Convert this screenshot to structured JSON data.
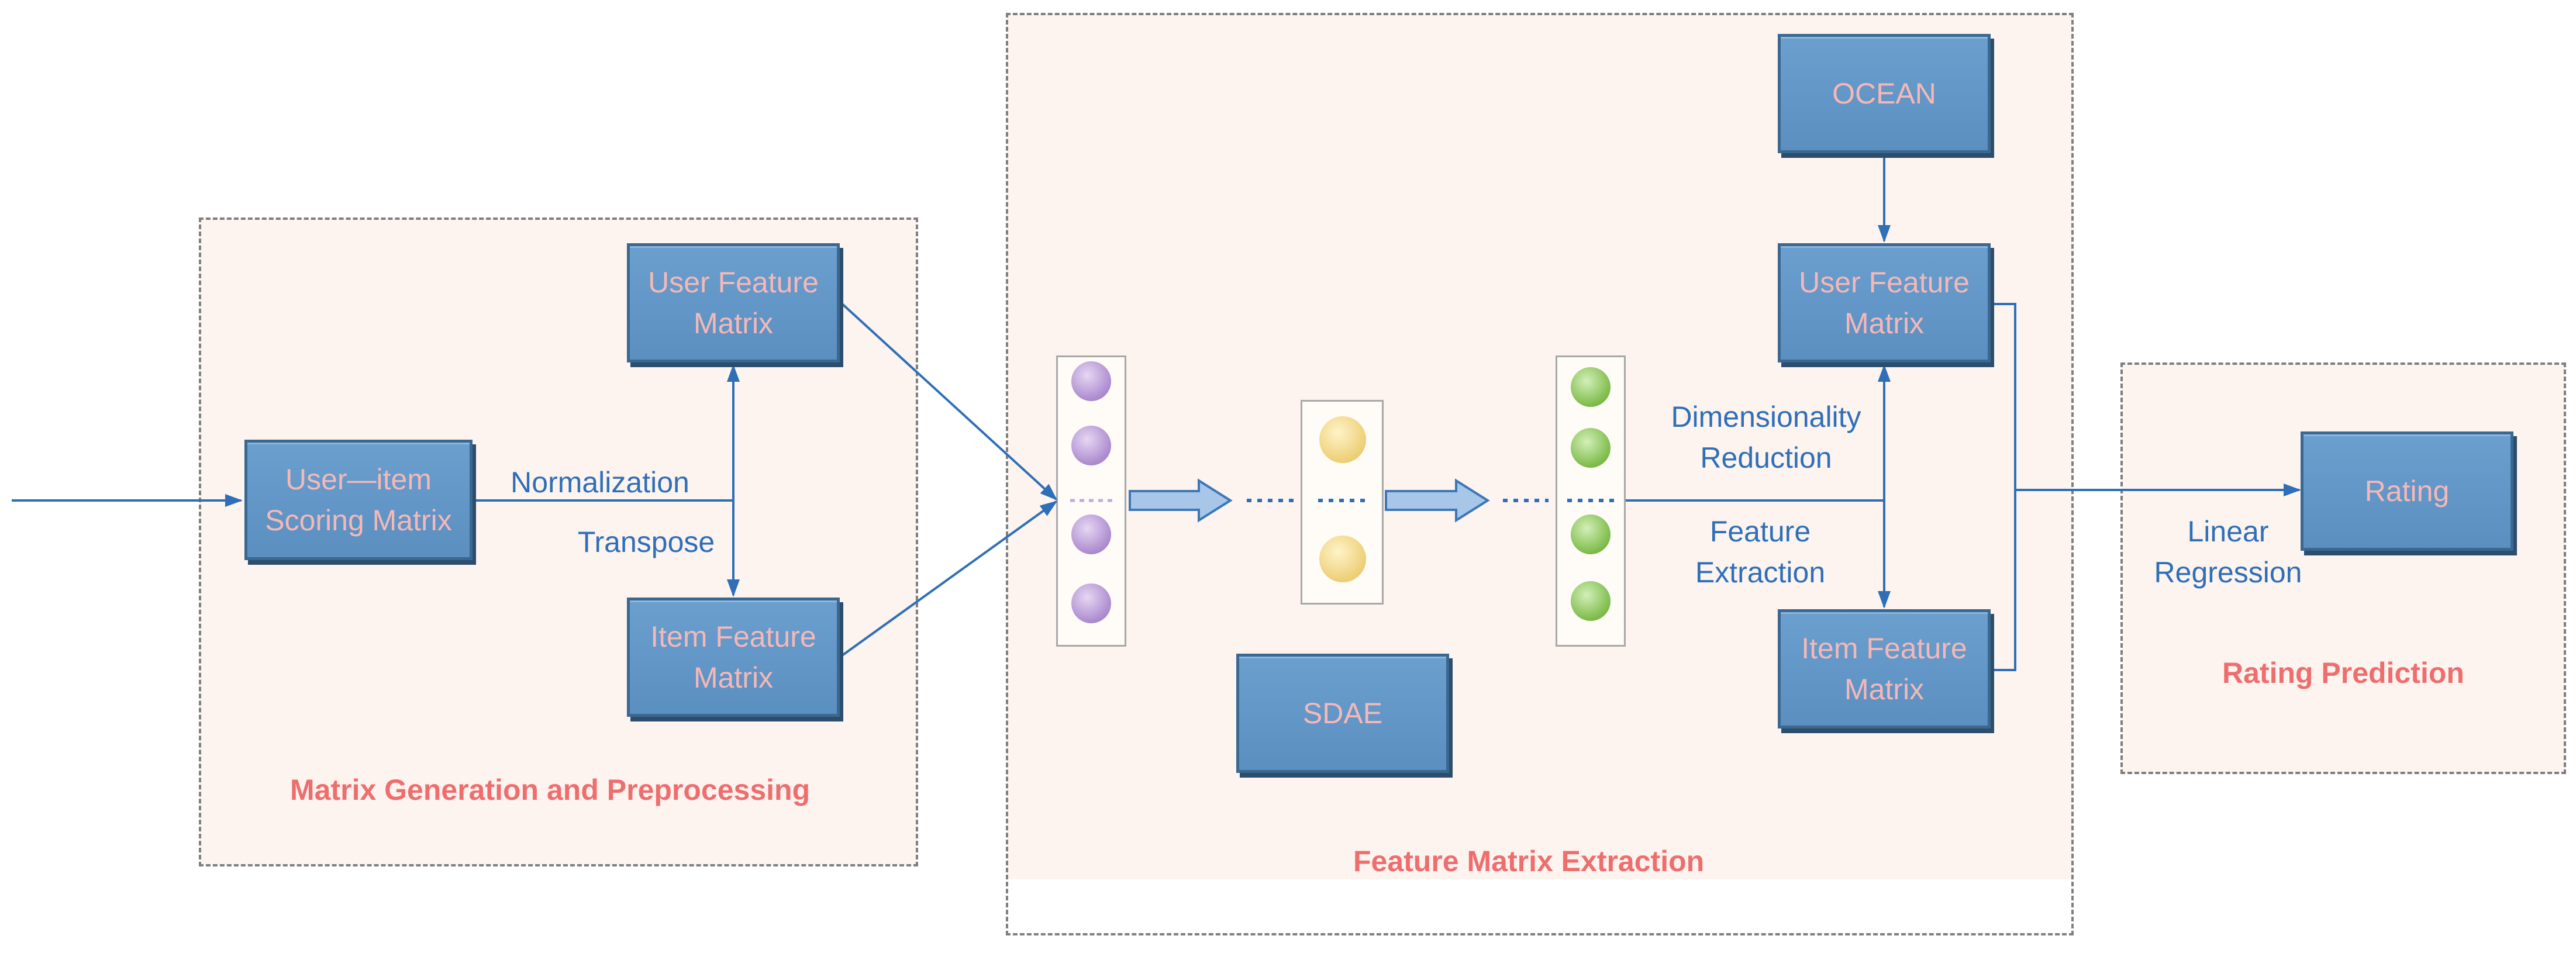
{
  "panels": {
    "preprocessing_title": "Matrix Generation and Preprocessing",
    "extraction_title": "Feature Matrix Extraction",
    "prediction_title": "Rating Prediction"
  },
  "boxes": {
    "user_item": "User—item\nScoring Matrix",
    "user_feature_left": "User Feature\nMatrix",
    "item_feature_left": "Item Feature\nMatrix",
    "sdae": "SDAE",
    "ocean": "OCEAN",
    "user_feature_right": "User Feature\nMatrix",
    "item_feature_right": "Item Feature\nMatrix",
    "rating": "Rating"
  },
  "labels": {
    "normalization": "Normalization",
    "transpose": "Transpose",
    "dim_reduction": "Dimensionality\nReduction",
    "feature_extraction": "Feature\nExtraction",
    "linear_regression": "Linear\nRegression"
  },
  "colors": {
    "box_fill": "#5b8fc0",
    "box_text": "#f4b8b8",
    "line": "#2e6fb8",
    "title": "#ee6e6e",
    "panel_fill": "#fdf3ef",
    "node_purple": "#b898d8",
    "node_yellow": "#f5dc8c",
    "node_green": "#8cc85a"
  }
}
